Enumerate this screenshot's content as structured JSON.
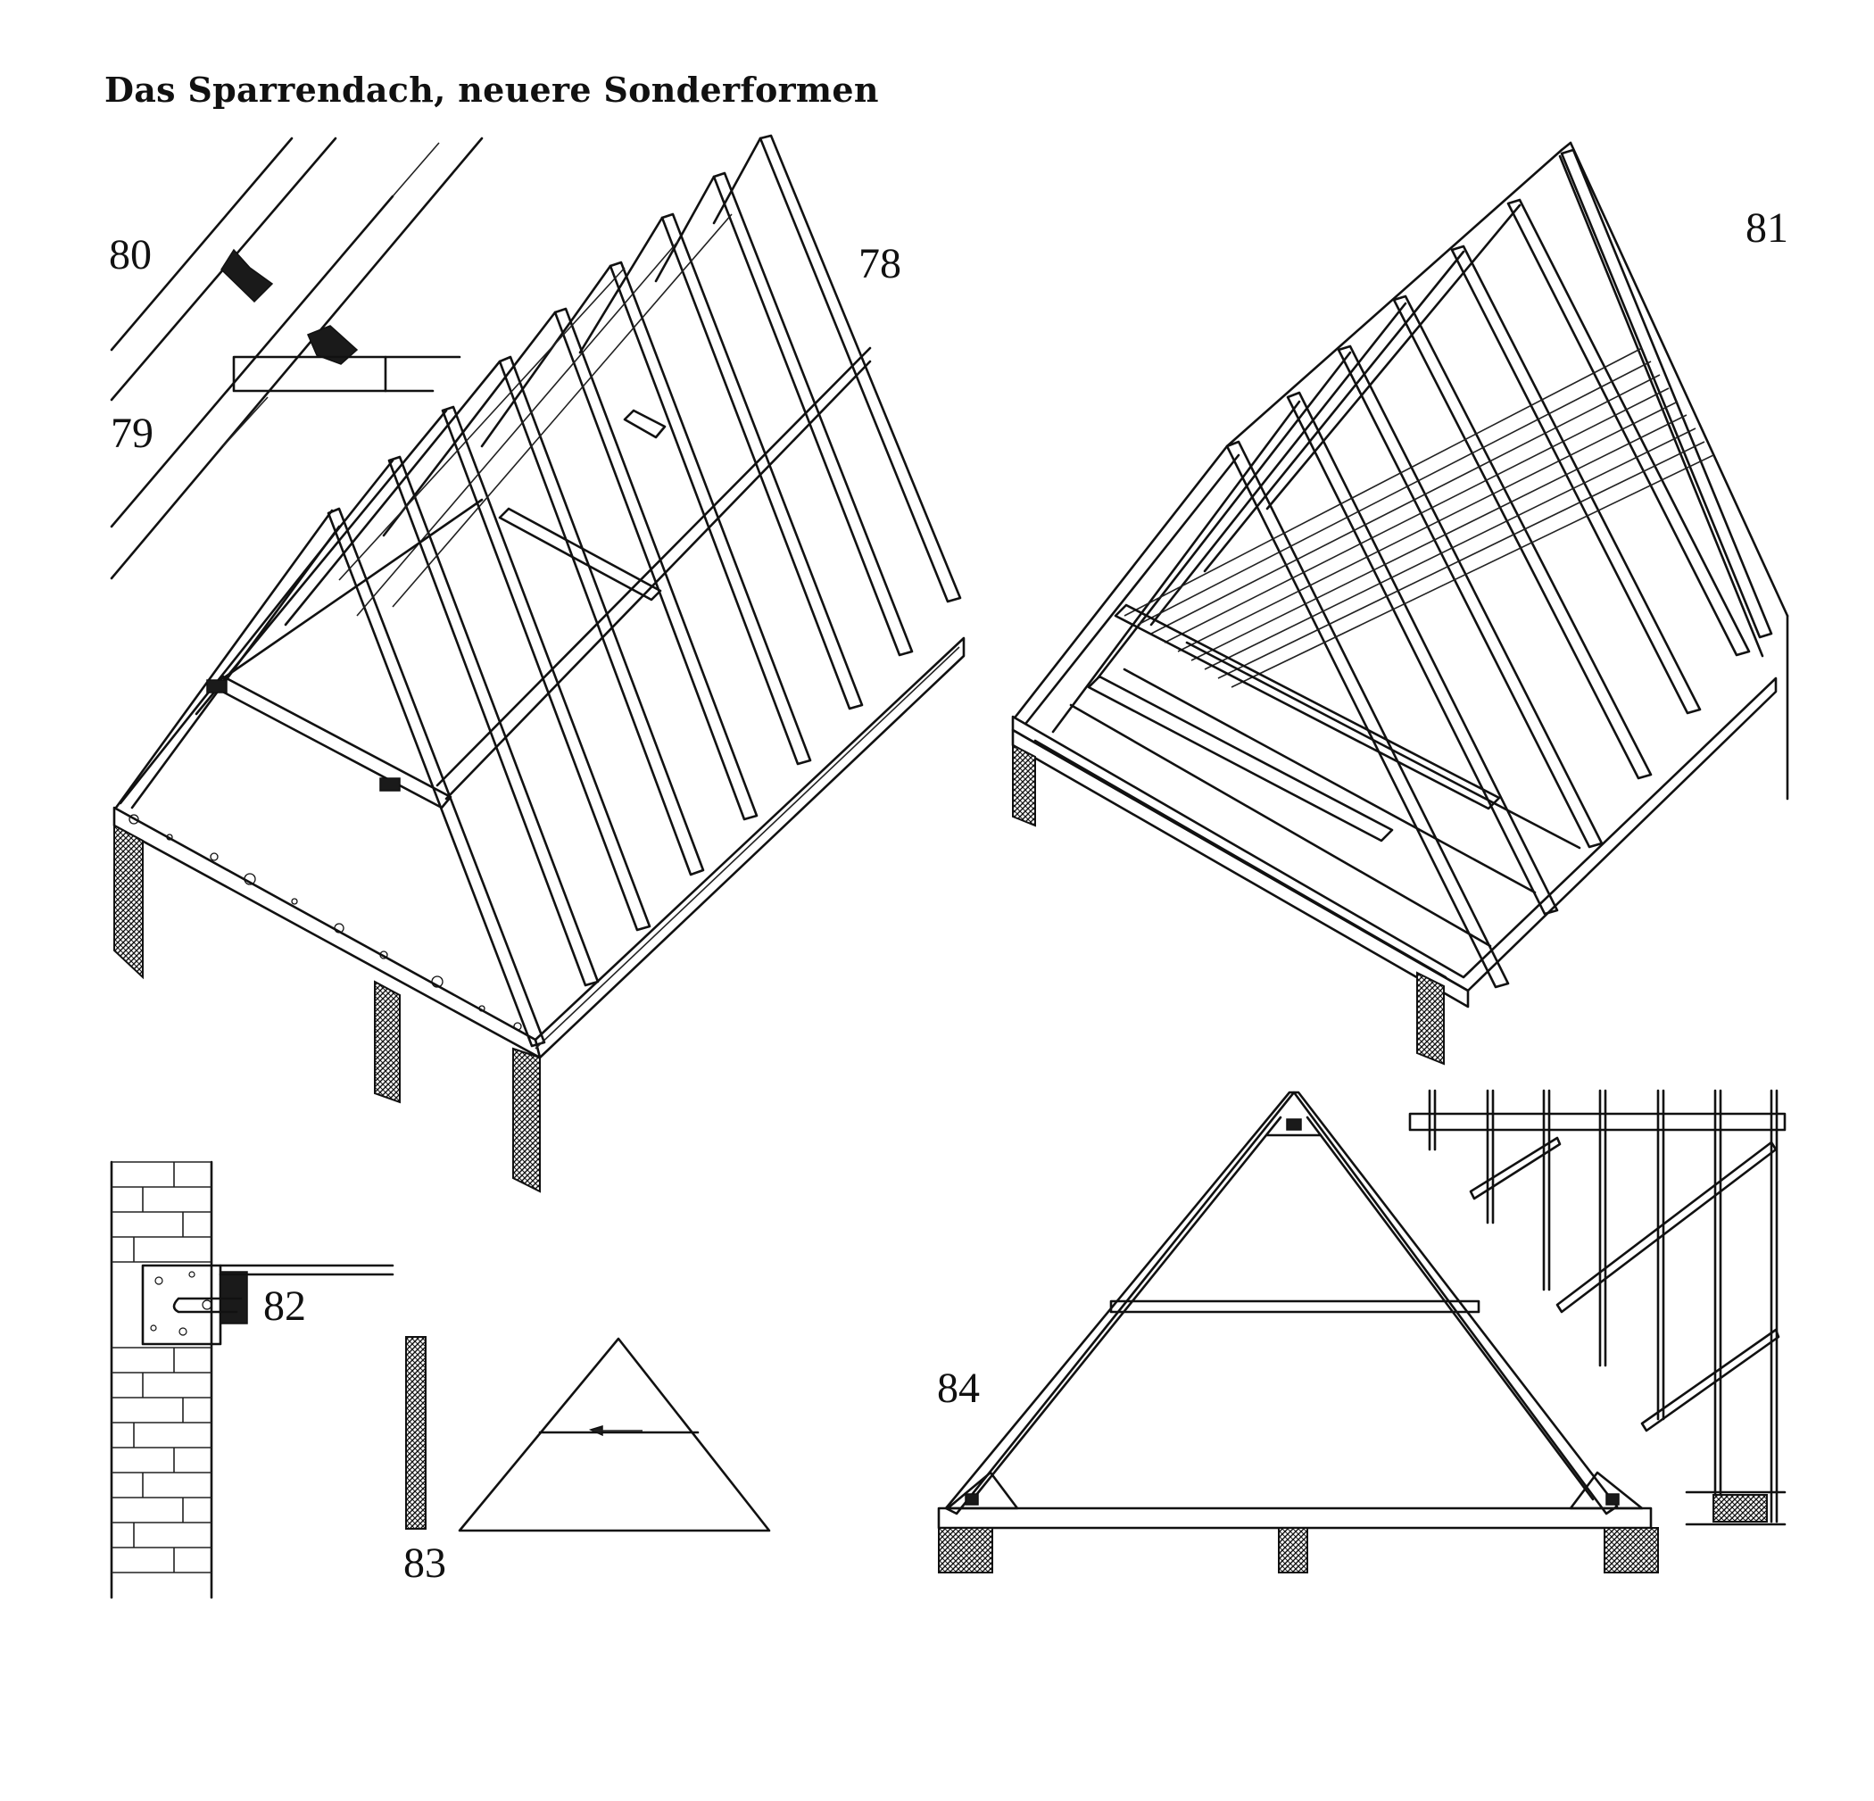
{
  "plate": {
    "title": "Das Sparrendach, neuere Sonderformen"
  },
  "figures": [
    {
      "id": "fig-78",
      "number": "78"
    },
    {
      "id": "fig-79",
      "number": "79"
    },
    {
      "id": "fig-80",
      "number": "80"
    },
    {
      "id": "fig-81",
      "number": "81"
    },
    {
      "id": "fig-82",
      "number": "82"
    },
    {
      "id": "fig-83",
      "number": "83"
    },
    {
      "id": "fig-84",
      "number": "84"
    }
  ],
  "colors": {
    "ink": "#111111",
    "paper": "#ffffff"
  }
}
